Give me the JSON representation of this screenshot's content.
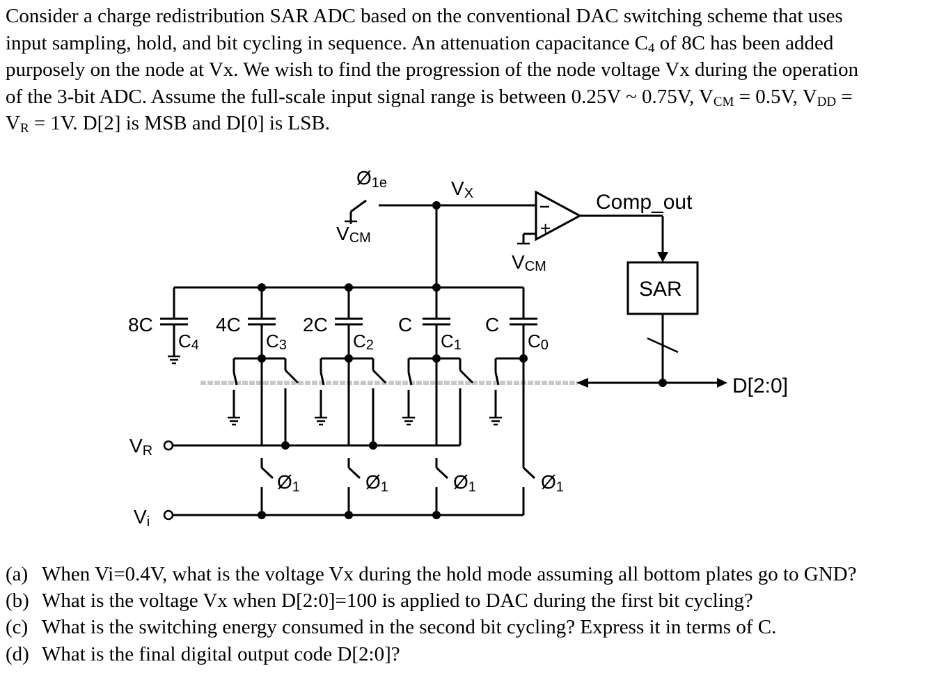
{
  "intro": {
    "l1": "Consider a charge redistribution SAR ADC based on the conventional DAC switching scheme that uses",
    "l2a": "input sampling, hold, and bit cycling in sequence. An attenuation capacitance C",
    "l2sub": "4",
    "l2b": " of 8C has been added",
    "l3": "purposely on the node at Vx. We wish to find the progression of the node voltage Vx during the operation",
    "l4a": "of the 3-bit ADC. Assume the full-scale input signal range is between 0.25V ~ 0.75V, V",
    "l4sub1": "CM",
    "l4b": " = 0.5V, V",
    "l4sub2": "DD",
    "l4c": " =",
    "l5a": "V",
    "l5sub": "R",
    "l5b": " = 1V.  D[2] is MSB and D[0] is LSB."
  },
  "circuit": {
    "phi_1e": "Ø",
    "phi_1e_sub": "1e",
    "vcm_top": "V",
    "vcm_top_sub": "CM",
    "vx": "V",
    "vx_sub": "X",
    "vcm_comp": "V",
    "vcm_comp_sub": "CM",
    "comp_plus": "+",
    "comp_minus": "−",
    "comp_out": "Comp_out",
    "sar": "SAR",
    "dout": "D[2:0]",
    "vr": "V",
    "vr_sub": "R",
    "vi": "V",
    "vi_sub": "i",
    "caps": [
      {
        "value": "8C",
        "name": "C",
        "sub": "4"
      },
      {
        "value": "4C",
        "name": "C",
        "sub": "3"
      },
      {
        "value": "2C",
        "name": "C",
        "sub": "2"
      },
      {
        "value": "C",
        "name": "C",
        "sub": "1"
      },
      {
        "value": "C",
        "name": "C",
        "sub": "0"
      }
    ],
    "phi1": "Ø",
    "phi1_sub": "1"
  },
  "questions": [
    {
      "label": "(a)",
      "text": "When Vi=0.4V, what is the voltage Vx during the hold mode assuming all bottom plates go to GND?"
    },
    {
      "label": "(b)",
      "text": "What is the voltage Vx when D[2:0]=100 is applied to DAC during the first bit cycling?"
    },
    {
      "label": "(c)",
      "text": "What is the switching energy consumed in the second bit cycling? Express it in terms of C."
    },
    {
      "label": "(d)",
      "text": "What is the final digital output code D[2:0]?"
    }
  ]
}
